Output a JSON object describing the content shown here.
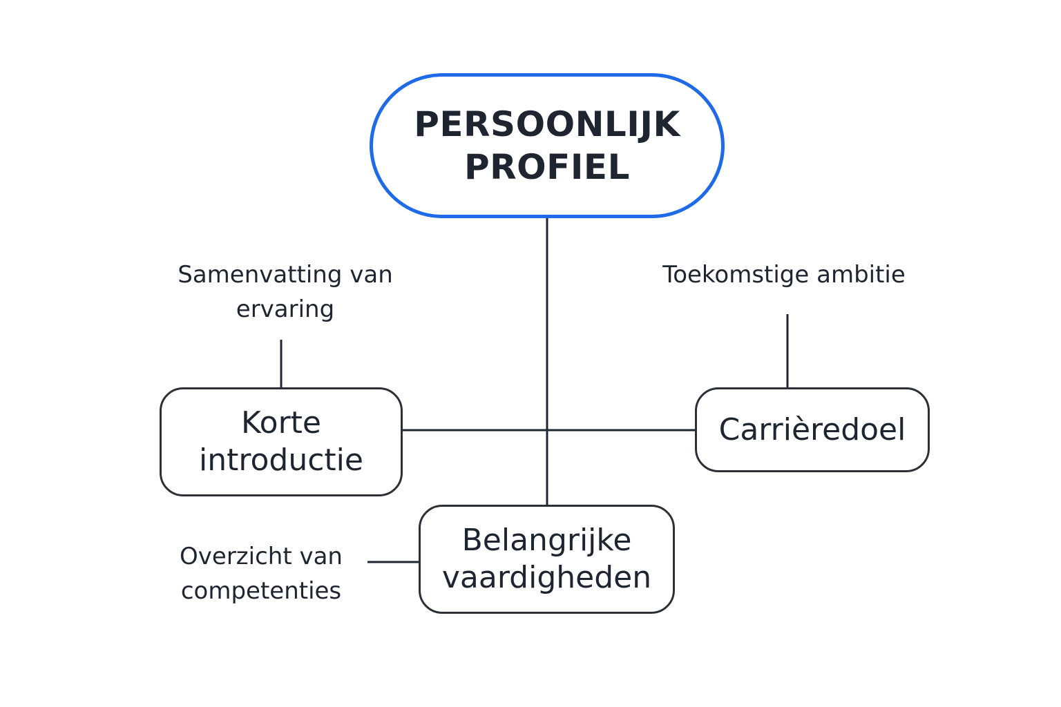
{
  "diagram": {
    "root": {
      "line1": "PERSOONLIJK",
      "line2": "PROFIEL"
    },
    "nodes": {
      "intro": {
        "line1": "Korte",
        "line2": "introductie"
      },
      "goal": {
        "line1": "Carrièredoel"
      },
      "skills": {
        "line1": "Belangrijke",
        "line2": "vaardigheden"
      }
    },
    "annotations": {
      "intro": {
        "line1": "Samenvatting van",
        "line2": "ervaring"
      },
      "goal": {
        "line1": "Toekomstige ambitie"
      },
      "skills": {
        "line1": "Overzicht van",
        "line2": "competenties"
      }
    },
    "colors": {
      "root_border": "#1f6ae8",
      "box_border": "#2b2f36",
      "connector": "#1f2530",
      "text": "#1f2530"
    }
  }
}
